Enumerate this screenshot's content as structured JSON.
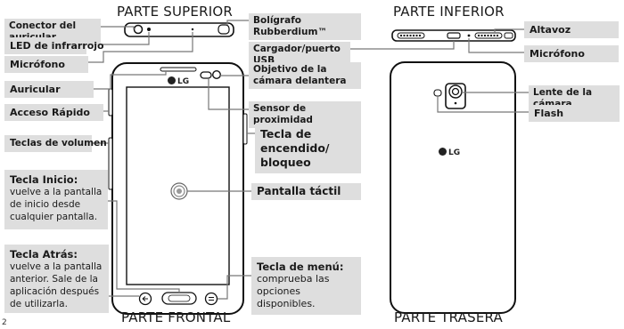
{
  "headings": {
    "top": "PARTE SUPERIOR",
    "bottom": "PARTE INFERIOR",
    "front": "PARTE FRONTAL",
    "back": "PARTE TRASERA"
  },
  "brand": {
    "logo_text": "LG"
  },
  "page_number": "2",
  "labels": {
    "headset_jack": "Conector del auricular",
    "ir_led": "LED de infrarrojo",
    "microphone_top": "Micrófono",
    "earpiece": "Auricular",
    "quick_access": "Acceso Rápido",
    "volume_keys": "Teclas de volumen",
    "home_key_title": "Tecla Inicio:",
    "home_key_desc": "vuelve a la pantalla de inicio desde cualquier pantalla.",
    "back_key_title": "Tecla Atrás:",
    "back_key_desc": "vuelve a la pantalla anterior. Sale de la aplicación después de utilizarla.",
    "stylus": "Bolígrafo Rubberdium™",
    "charger_port": "Cargador/puerto USB",
    "front_camera": "Objetivo de la cámara delantera",
    "proximity_sensor": "Sensor de proximidad",
    "power_lock_key": "Tecla de encendido/ bloqueo",
    "touch_screen": "Pantalla táctil",
    "menu_key_title": "Tecla de menú:",
    "menu_key_desc": "comprueba las opciones disponibles.",
    "speaker": "Altavoz",
    "microphone_bottom": "Micrófono",
    "camera_lens": "Lente de la cámara",
    "flash": "Flash"
  }
}
